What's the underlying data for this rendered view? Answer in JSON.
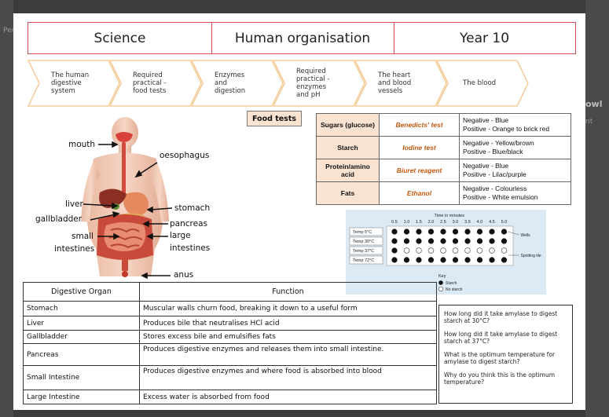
{
  "header": {
    "subject": "Science",
    "topic": "Human organisation",
    "year": "Year 10"
  },
  "chevrons": [
    [
      "The human",
      "digestive",
      "system"
    ],
    [
      "Required",
      "practical -",
      "food tests"
    ],
    [
      "Enzymes",
      "and",
      "digestion"
    ],
    [
      "Required",
      "practical -",
      "enzymes",
      "and pH"
    ],
    [
      "The heart",
      "and blood",
      "vessels"
    ],
    [
      "The blood"
    ]
  ],
  "food_tests": {
    "label": "Food tests",
    "rows": [
      {
        "nutrient": "Sugars (glucose)",
        "test": "Benedicts' test",
        "neg": "Negative - Blue",
        "pos": "Positive - Orange to brick red"
      },
      {
        "nutrient": "Starch",
        "test": "Iodine test",
        "neg": "Negative - Yellow/brown",
        "pos": "Positive - Blue/black"
      },
      {
        "nutrient": "Protein/amino acid",
        "test": "Biuret reagent",
        "neg": "Negative - Blue",
        "pos": "Positive - Lilac/purple"
      },
      {
        "nutrient": "Fats",
        "test": "Ethanol",
        "neg": "Negative - Colourless",
        "pos": "Positive - White emulsion"
      }
    ]
  },
  "organ_labels": {
    "mouth": "mouth",
    "oesophagus": "oesophagus",
    "liver": "liver",
    "gallbladder": "gallbladder",
    "stomach": "stomach",
    "pancreas": "pancreas",
    "small_1": "small",
    "small_2": "intestines",
    "large_1": "large",
    "large_2": "intestines",
    "anus": "anus"
  },
  "chart_data": {
    "type": "table",
    "title": "Time in minutes",
    "x": [
      "0.5",
      "1.0",
      "1.5",
      "2.0",
      "2.5",
      "3.0",
      "3.5",
      "4.0",
      "4.5",
      "5.0"
    ],
    "rows": [
      {
        "name": "Temp 5°C",
        "values": [
          "starch",
          "starch",
          "starch",
          "starch",
          "starch",
          "starch",
          "starch",
          "starch",
          "starch",
          "starch"
        ]
      },
      {
        "name": "Temp 30°C",
        "values": [
          "starch",
          "starch",
          "starch",
          "starch",
          "starch",
          "starch",
          "starch",
          "starch",
          "starch",
          "starch"
        ]
      },
      {
        "name": "Temp 37°C",
        "values": [
          "starch",
          "no starch",
          "no starch",
          "no starch",
          "no starch",
          "no starch",
          "no starch",
          "no starch",
          "no starch",
          "no starch"
        ]
      },
      {
        "name": "Temp 72°C",
        "values": [
          "starch",
          "starch",
          "starch",
          "starch",
          "starch",
          "starch",
          "starch",
          "starch",
          "starch",
          "starch"
        ]
      }
    ],
    "annotations": [
      "Wells",
      "Spotting tile"
    ],
    "key": {
      "title": "Key",
      "filled": "Starch",
      "empty": "No starch"
    }
  },
  "digestive_table": {
    "headers": [
      "Digestive Organ",
      "Function"
    ],
    "rows": [
      {
        "organ": "Stomach",
        "function": "Muscular walls churn food, breaking it down to a useful form"
      },
      {
        "organ": "Liver",
        "function": "Produces bile that neutralises HCl acid"
      },
      {
        "organ": "Gallbladder",
        "function": "Stores excess bile and emulsifies fats"
      },
      {
        "organ": "Pancreas",
        "function": "Produces digestive enzymes and releases them into small intestine."
      },
      {
        "organ": "Small Intestine",
        "function": "Produces digestive enzymes and where food is absorbed into blood"
      },
      {
        "organ": "Large Intestine",
        "function": "Excess water is absorbed from food"
      }
    ]
  },
  "questions": [
    "How long did it take amylase to digest starch at 30°C?",
    "How long did it take amylase to digest starch at 37°C?",
    "What is the optimum temperature for amylase to digest starch?",
    "Why do you think this is the optimum temperature?"
  ],
  "background": {
    "left": "Per",
    "right_1": "owl",
    "right_2": "nt"
  },
  "colors": {
    "header_border": "#d6484f",
    "chevron_border": "#f2c48a",
    "test_text": "#c55a11",
    "nutrient_fill": "#fbe3d2",
    "chart_bg": "#dbeaf5"
  }
}
